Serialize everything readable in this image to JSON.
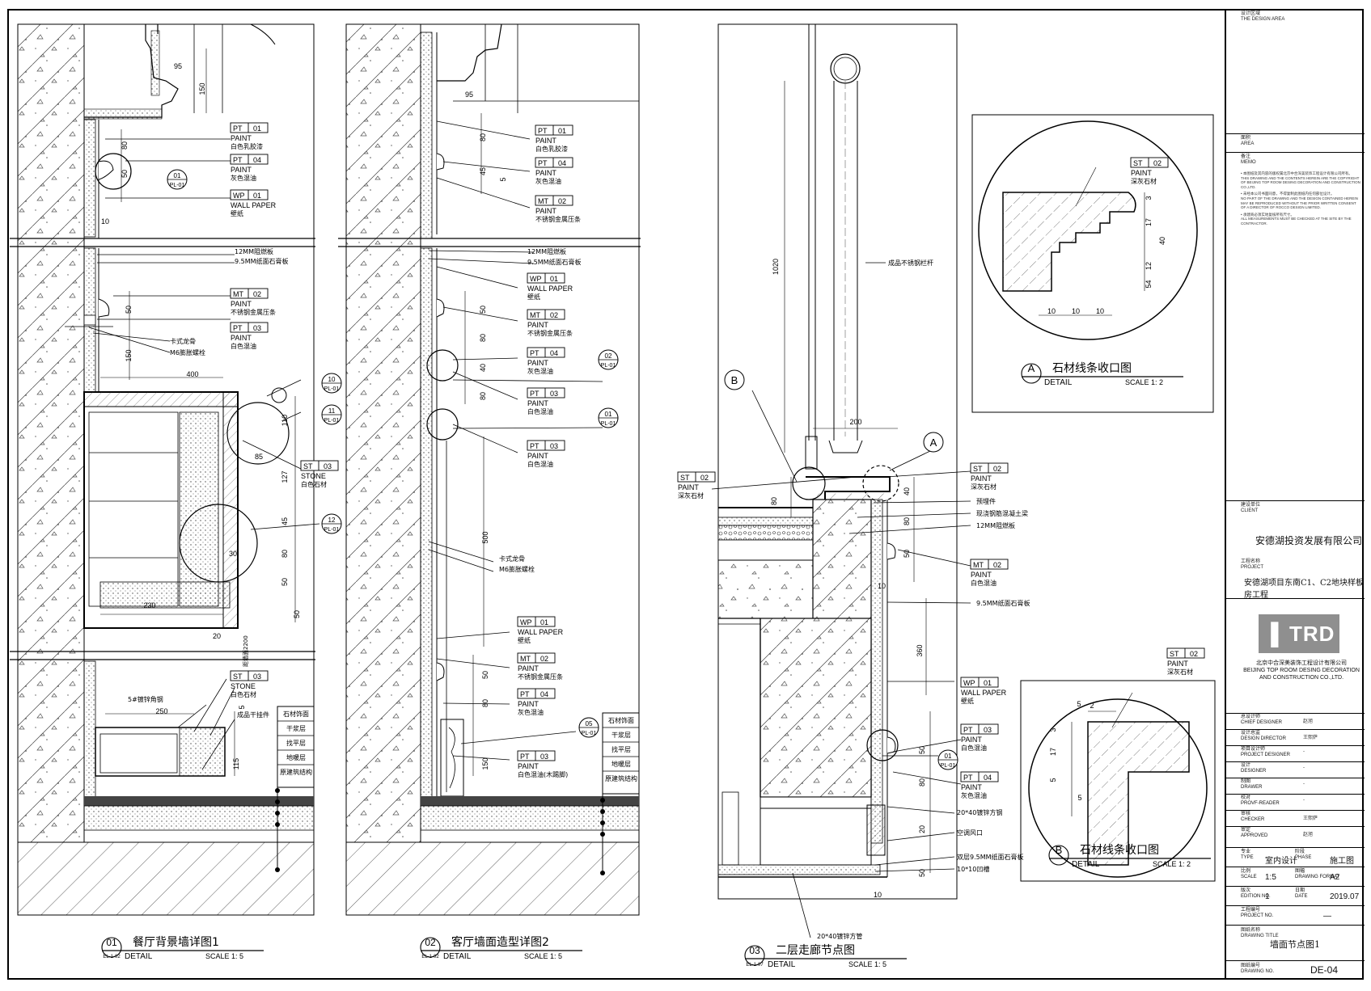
{
  "views": {
    "v01": {
      "num": "01",
      "ref": "EL-1-02",
      "title": "餐厅背景墙详图1",
      "detail": "DETAIL",
      "scale": "SCALE 1: 5",
      "tags": [
        {
          "code": "PT",
          "num": "01",
          "type": "PAINT",
          "desc": "白色乳胶漆"
        },
        {
          "code": "PT",
          "num": "04",
          "type": "PAINT",
          "desc": "灰色混油"
        },
        {
          "code": "WP",
          "num": "01",
          "type": "WALL PAPER",
          "desc": "壁纸"
        },
        {
          "code": "MT",
          "num": "02",
          "type": "PAINT",
          "desc": "不锈钢金属压条"
        },
        {
          "code": "PT",
          "num": "03",
          "type": "PAINT",
          "desc": "白色混油"
        },
        {
          "code": "ST",
          "num": "03",
          "type": "STONE",
          "desc": "白色石材"
        },
        {
          "code": "ST",
          "num": "03",
          "type": "STONE",
          "desc": "白色石材"
        }
      ],
      "notes": [
        "12MM阻燃板",
        "9.5MM纸面石膏板",
        "卡式龙骨",
        "M6膨胀螺栓",
        "5#镀锌角钢",
        "成品干挂件"
      ],
      "dims": [
        "95",
        "150",
        "80",
        "50",
        "10",
        "50",
        "150",
        "400",
        "110",
        "127",
        "85",
        "45",
        "80",
        "30",
        "50",
        "50",
        "230",
        "20",
        "250",
        "5",
        "115"
      ],
      "callouts": [
        {
          "n": "01",
          "s": "PL-01"
        },
        {
          "n": "10",
          "s": "PL-01"
        },
        {
          "n": "11",
          "s": "PL-01"
        },
        {
          "n": "12",
          "s": "PL-01"
        }
      ],
      "layers": [
        "石材饰面",
        "干浆层",
        "找平层",
        "地暖层",
        "原建筑结构"
      ]
    },
    "v02": {
      "num": "02",
      "ref": "EL-1-02",
      "title": "客厅墙面造型详图2",
      "detail": "DETAIL",
      "scale": "SCALE 1: 5",
      "tags": [
        {
          "code": "PT",
          "num": "01",
          "type": "PAINT",
          "desc": "白色乳胶漆"
        },
        {
          "code": "PT",
          "num": "04",
          "type": "PAINT",
          "desc": "灰色混油"
        },
        {
          "code": "MT",
          "num": "02",
          "type": "PAINT",
          "desc": "不锈钢金属压条"
        },
        {
          "code": "WP",
          "num": "01",
          "type": "WALL PAPER",
          "desc": "壁纸"
        },
        {
          "code": "MT",
          "num": "02",
          "type": "PAINT",
          "desc": "不锈钢金属压条"
        },
        {
          "code": "PT",
          "num": "04",
          "type": "PAINT",
          "desc": "灰色混油"
        },
        {
          "code": "PT",
          "num": "03",
          "type": "PAINT",
          "desc": "白色混油"
        },
        {
          "code": "PT",
          "num": "03",
          "type": "PAINT",
          "desc": "白色混油"
        },
        {
          "code": "WP",
          "num": "01",
          "type": "WALL PAPER",
          "desc": "壁纸"
        },
        {
          "code": "MT",
          "num": "02",
          "type": "PAINT",
          "desc": "不锈钢金属压条"
        },
        {
          "code": "PT",
          "num": "04",
          "type": "PAINT",
          "desc": "灰色混油"
        },
        {
          "code": "PT",
          "num": "03",
          "type": "PAINT",
          "desc": "白色混油(木踢脚)"
        }
      ],
      "notes": [
        "12MM阻燃板",
        "9.5MM纸面石膏板",
        "卡式龙骨",
        "M6膨胀螺栓"
      ],
      "dims": [
        "95",
        "80",
        "45",
        "5",
        "50",
        "80",
        "40",
        "80",
        "500",
        "50",
        "80",
        "150"
      ],
      "callouts": [
        {
          "n": "02",
          "s": "PL-01"
        },
        {
          "n": "01",
          "s": "PL-01"
        },
        {
          "n": "05",
          "s": "PL-01"
        }
      ],
      "layers": [
        "石材饰面",
        "干浆层",
        "找平层",
        "地暖层",
        "原建筑结构"
      ]
    },
    "v03": {
      "num": "03",
      "ref": "EL-1-07",
      "title": "二层走廊节点图",
      "detail": "DETAIL",
      "scale": "SCALE 1: 5",
      "tags": [
        {
          "code": "ST",
          "num": "02",
          "type": "PAINT",
          "desc": "深灰石材"
        },
        {
          "code": "ST",
          "num": "02",
          "type": "PAINT",
          "desc": "深灰石材"
        },
        {
          "code": "MT",
          "num": "02",
          "type": "PAINT",
          "desc": "白色混油"
        },
        {
          "code": "WP",
          "num": "01",
          "type": "WALL PAPER",
          "desc": "壁纸"
        },
        {
          "code": "PT",
          "num": "03",
          "type": "PAINT",
          "desc": "白色混油"
        },
        {
          "code": "PT",
          "num": "04",
          "type": "PAINT",
          "desc": "灰色混油"
        }
      ],
      "notes": [
        "成品不锈钢栏杆",
        "预埋件",
        "现浇钢筋混凝土梁",
        "12MM阻燃板",
        "9.5MM纸面石膏板",
        "20*40镀锌方钢",
        "空调风口",
        "双层9.5MM纸面石膏板",
        "10*10凹槽",
        "20*40镀锌方管"
      ],
      "dims": [
        "1020",
        "200",
        "80",
        "40",
        "80",
        "50",
        "10",
        "360",
        "50",
        "80",
        "20",
        "50",
        "10"
      ],
      "callouts": [
        {
          "n": "B",
          "s": ""
        },
        {
          "n": "A",
          "s": ""
        },
        {
          "n": "01",
          "s": "PL-01"
        }
      ]
    },
    "detA": {
      "letter": "A",
      "title": "石材线条收口图",
      "detail": "DETAIL",
      "scale": "SCALE 1: 2",
      "tag": {
        "code": "ST",
        "num": "02",
        "type": "PAINT",
        "desc": "深灰石材"
      },
      "dims": [
        "3",
        "17",
        "40",
        "12",
        "4",
        "5",
        "10",
        "10",
        "10"
      ]
    },
    "detB": {
      "letter": "B",
      "title": "石材线条收口图",
      "detail": "DETAIL",
      "scale": "SCALE 1: 2",
      "tag": {
        "code": "ST",
        "num": "02",
        "type": "PAINT",
        "desc": "深灰石材"
      },
      "dims": [
        "5",
        "2",
        "3",
        "17",
        "5",
        "5"
      ]
    }
  },
  "titleblock": {
    "design_area": "设计区域",
    "design_area_en": "THE DESIGN AREA",
    "area": "面积",
    "area_en": "AREA",
    "memo": "备注",
    "memo_en": "MEMO",
    "memo_lines": [
      "• 本图纸及其内容的版权属北京中合深美装饰工程设计有限公司所有。",
      "THIS DRAWING AND THE CONTENTS HEREIN ARE THE COPYRIGHT OF BEIJING TOP ROOM DESING DECORATION AND CONSTRUCTION CO.,LTD.",
      "• 未经本公司书面同意，不得复制此图纸内任何部位设计。",
      "NO PART OF THE DRAWING AND THE DESIGN CONTAINED HEREIN MAY BE REPRODUCED WITHOUT THE PRIOR WRITTEN CONSENT OF A DIRECTOR OF ROCCO DESIGN LIMITED.",
      "• 承建商必须实地复核所有尺寸。",
      "ALL MEASUREMENTS MUST BE CHECKED AT THE SITE BY THE CONTRACTOR."
    ],
    "client": "建设单位",
    "client_en": "CLIENT",
    "client_name": "安德湖投资发展有限公司",
    "project": "工程名称",
    "project_en": "PROJECT",
    "project_name": "安德湖项目东南C1、C2地块样板房工程",
    "logo": "TRD",
    "company_cn": "北京中合深美装饰工程设计有限公司",
    "company_en": "BEIJING TOP ROOM DESING DECORATION AND CONSTRUCTION CO.,LTD.",
    "roles": [
      {
        "cn": "总设计师",
        "en": "CHIEF DESIGNER",
        "name": "赵旭"
      },
      {
        "cn": "设计总监",
        "en": "DESIGN DIRECTOR",
        "name": "王熙萨"
      },
      {
        "cn": "项目设计师",
        "en": "PROJECT DESIGNER",
        "name": "-"
      },
      {
        "cn": "设计",
        "en": "DESIGNER",
        "name": "-"
      },
      {
        "cn": "制图",
        "en": "DRAWER",
        "name": "-"
      },
      {
        "cn": "校对",
        "en": "PROVF-READER",
        "name": "-"
      },
      {
        "cn": "审核",
        "en": "CHECKER",
        "name": "王熙萨"
      },
      {
        "cn": "审定",
        "en": "APPROVED",
        "name": "赵旭"
      }
    ],
    "type_cn": "专业",
    "type_en": "TYPE",
    "type_val": "室内设计",
    "phase_cn": "阶段",
    "phase_en": "PHASE",
    "phase_val": "施工图",
    "scale_cn": "比例",
    "scale_en": "SCALE",
    "scale_val": "1:5",
    "format_cn": "图幅",
    "format_en": "DRAWING FORMAT",
    "format_val": "A2",
    "edition_cn": "版次",
    "edition_en": "EDITION NO.",
    "edition_val": "1",
    "date_cn": "日期",
    "date_en": "DATE",
    "date_val": "2019.07",
    "projno_cn": "工程编号",
    "projno_en": "PROJECT NO.",
    "projno_val": "—",
    "dtitle_cn": "图纸名称",
    "dtitle_en": "DRAWING TITLE",
    "dtitle_val": "墙面节点图1",
    "dno_cn": "图纸编号",
    "dno_en": "DRAWING NO.",
    "dno_val": "DE-04"
  }
}
